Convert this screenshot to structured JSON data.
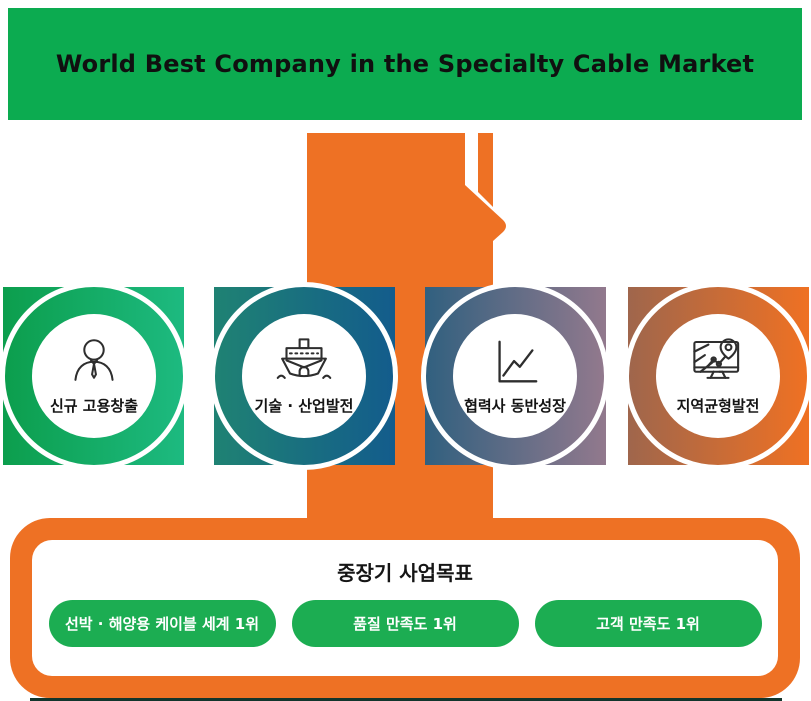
{
  "banner": {
    "text": "World Best Company in the Specialty Cable Market",
    "bg_color": "#0CAB50",
    "text_color": "#101010"
  },
  "arrow": {
    "color": "#EE7124"
  },
  "values": {
    "items": [
      {
        "label": "신규 고용창출",
        "icon": "person-tie-icon",
        "gradient_start": "#0C9E4D",
        "gradient_end": "#1DBA80"
      },
      {
        "label": "기술 · 산업발전",
        "icon": "ship-icon",
        "gradient_start": "#1F8273",
        "gradient_end": "#135C8C"
      },
      {
        "label": "협력사 동반성장",
        "icon": "growth-chart-icon",
        "gradient_start": "#31607F",
        "gradient_end": "#92798D"
      },
      {
        "label": "지역균형발전",
        "icon": "region-map-icon",
        "gradient_start": "#9F664C",
        "gradient_end": "#EF7123"
      }
    ]
  },
  "goals": {
    "title": "중장기 사업목표",
    "border_color": "#EE7124",
    "pill_color": "#1CAD52",
    "pills": [
      "선박 · 해양용 케이블 세계 1위",
      "품질 만족도 1위",
      "고객 만족도 1위"
    ]
  },
  "footer": {
    "divider_color": "#12352C"
  }
}
